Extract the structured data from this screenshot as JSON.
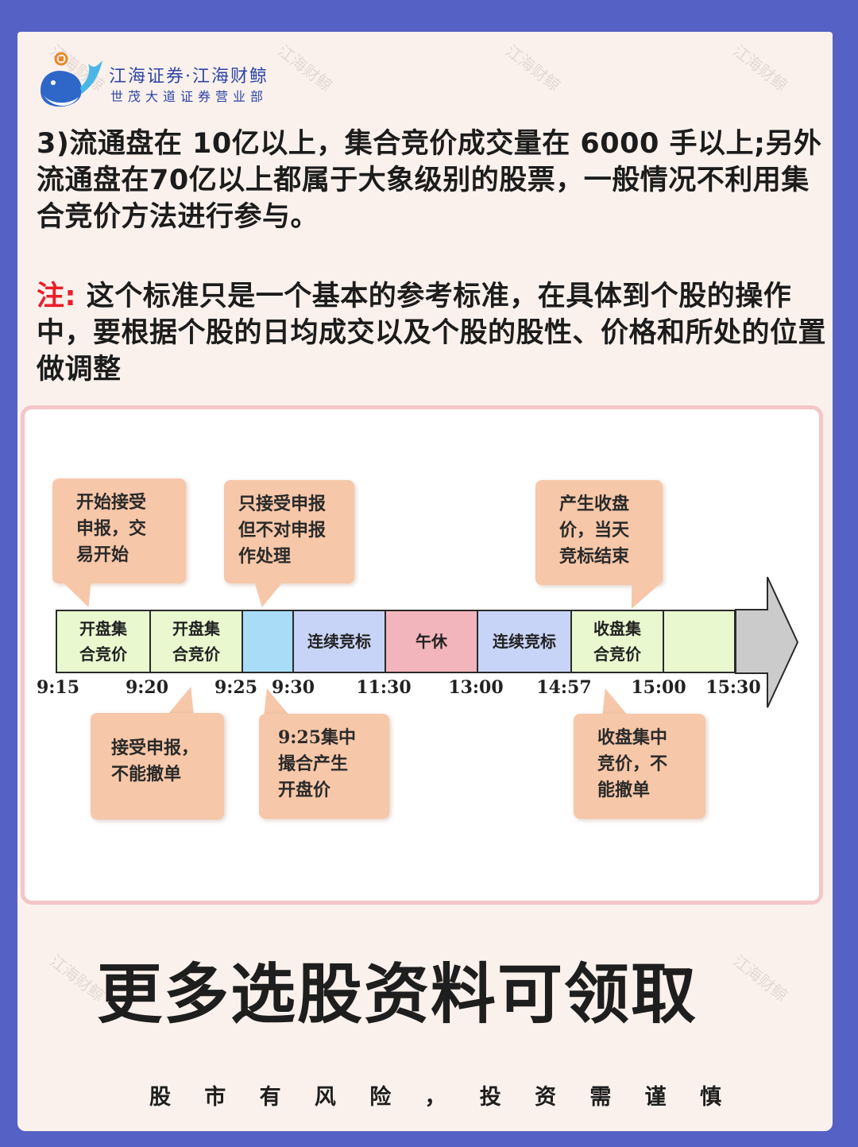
{
  "brand": {
    "name": "江海证券·江海财鲸",
    "branch": "世茂大道证券营业部"
  },
  "watermark_text": "江海财鲸",
  "para1": "3)流通盘在 10亿以上，集合竞价成交量在 6000 手以上;另外流通盘在70亿以上都属于大象级别的股票，一般情况不利用集合竞价方法进行参与。",
  "note": {
    "label": "注:",
    "text": "这个标准只是一个基本的参考标准，在具体到个股的操作中，要根据个股的日均成交以及个股的股性、价格和所处的位置做调整"
  },
  "timeline": {
    "segments": [
      {
        "label": "开盘集\n合竞价",
        "color": "#e9f8cf"
      },
      {
        "label": "开盘集\n合竞价",
        "color": "#e9f8cf"
      },
      {
        "label": "",
        "color": "#a9dcf7"
      },
      {
        "label": "连续竞标",
        "color": "#c8d4f7"
      },
      {
        "label": "午休",
        "color": "#f2b5bb"
      },
      {
        "label": "连续竞标",
        "color": "#c8d4f7"
      },
      {
        "label": "收盘集\n合竞价",
        "color": "#e9f8cf"
      },
      {
        "label": "",
        "color": "#e9f8cf"
      }
    ],
    "arrow_color": "#cbcbcb",
    "ticks": [
      "9:15",
      "9:20",
      "9:25",
      "9:30",
      "11:30",
      "13:00",
      "14:57",
      "15:00",
      "15:30"
    ],
    "callouts_top": [
      "开始接受\n申报，交\n易开始",
      "只接受申报\n但不对申报\n作处理",
      "产生收盘\n价，当天\n竞标结束"
    ],
    "callouts_bottom": [
      "接受申报，\n不能撤单",
      "9:25集中\n撮合产生\n开盘价",
      "收盘集中\n竞价，不\n能撤单"
    ],
    "bubble_color": "#f6c7a8"
  },
  "cta": "更多选股资料可领取",
  "risk_chars": [
    "股",
    "市",
    "有",
    "风",
    "险",
    "，",
    "投",
    "资",
    "需",
    "谨",
    "慎"
  ]
}
